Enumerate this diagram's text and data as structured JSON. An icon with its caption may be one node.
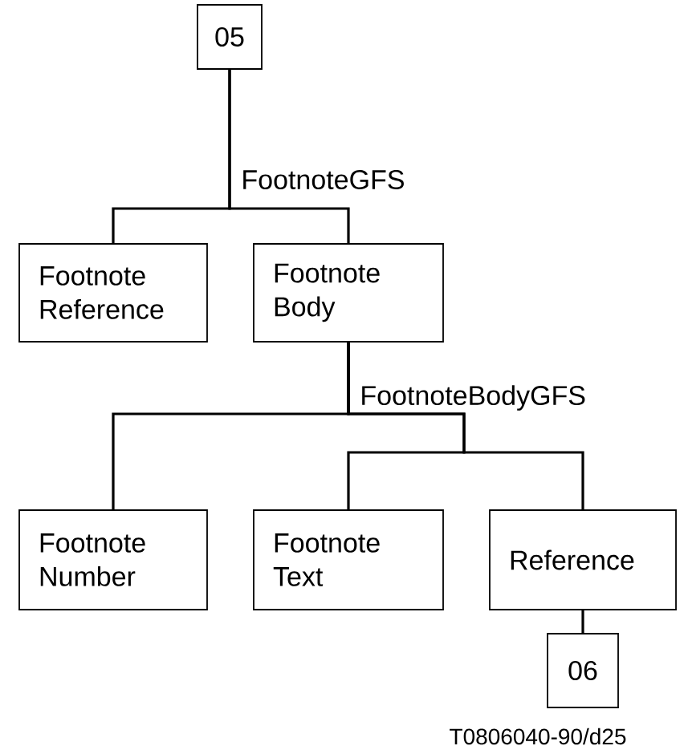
{
  "diagram": {
    "nodes": [
      {
        "text": [
          "05"
        ]
      },
      {
        "text": [
          "Footnote Reference"
        ]
      },
      {
        "text": [
          "Footnote Body"
        ]
      },
      {
        "text": [
          "Footnote Number"
        ]
      },
      {
        "text": [
          "Footnote Text"
        ]
      },
      {
        "text": [
          "Reference"
        ]
      },
      {
        "text": [
          "06"
        ]
      }
    ],
    "edges": [
      {
        "from": 0,
        "to": 1,
        "arrow": "none",
        "label": "FootnoteGFS"
      },
      {
        "from": 0,
        "to": 2,
        "arrow": "none"
      },
      {
        "from": 2,
        "to": 3,
        "arrow": "none",
        "label": "FootnoteBodyGFS"
      },
      {
        "from": 2,
        "to": 4,
        "arrow": "none"
      },
      {
        "from": 2,
        "to": 5,
        "arrow": "none"
      },
      {
        "from": 5,
        "to": 6,
        "arrow": "none"
      }
    ],
    "labels": [
      "T0806040-90/d25"
    ]
  }
}
